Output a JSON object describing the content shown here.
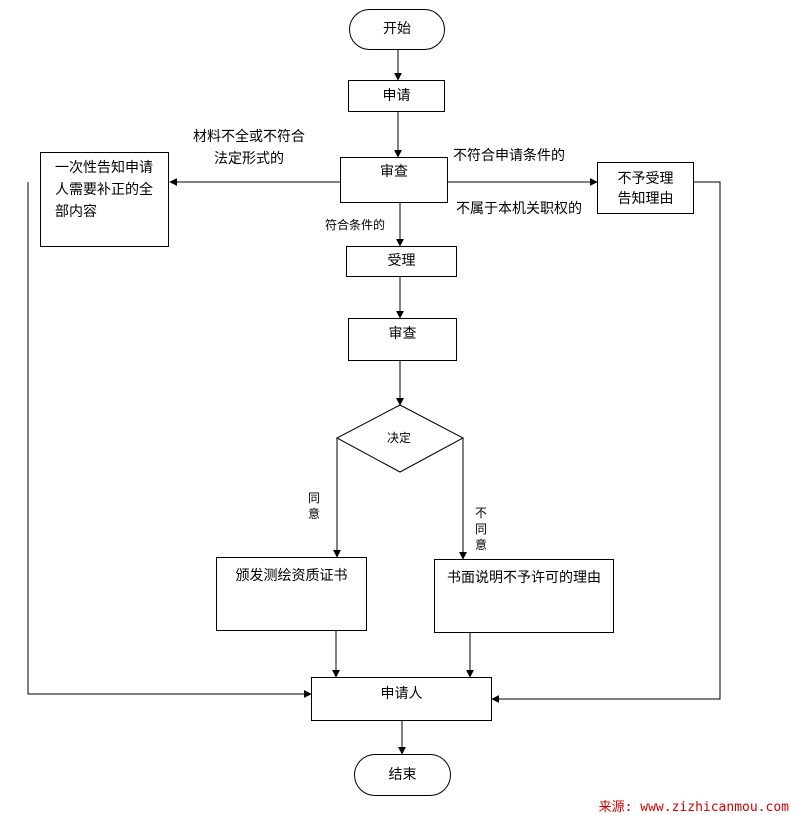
{
  "nodes": {
    "start": "开始",
    "apply": "申请",
    "review1": "审查",
    "correction": "一次性告知申请人需要补正的全部内容",
    "reject_notice": "不予受理告知理由",
    "accept": "受理",
    "review2": "审查",
    "decision": "决定",
    "issue_cert": "颁发测绘资质证书",
    "deny_reason": "书面说明不予许可的理由",
    "applicant": "申请人",
    "end": "结束"
  },
  "edges": {
    "incomplete": "材料不全或不符合法定形式的",
    "not_meet": "不符合申请条件的",
    "not_jurisdiction": "不属于本机关职权的",
    "meets": "符合条件的",
    "agree": "同意",
    "disagree": "不同意"
  },
  "source": {
    "label": "来源:",
    "url": "www.zizhicanmou.com"
  }
}
